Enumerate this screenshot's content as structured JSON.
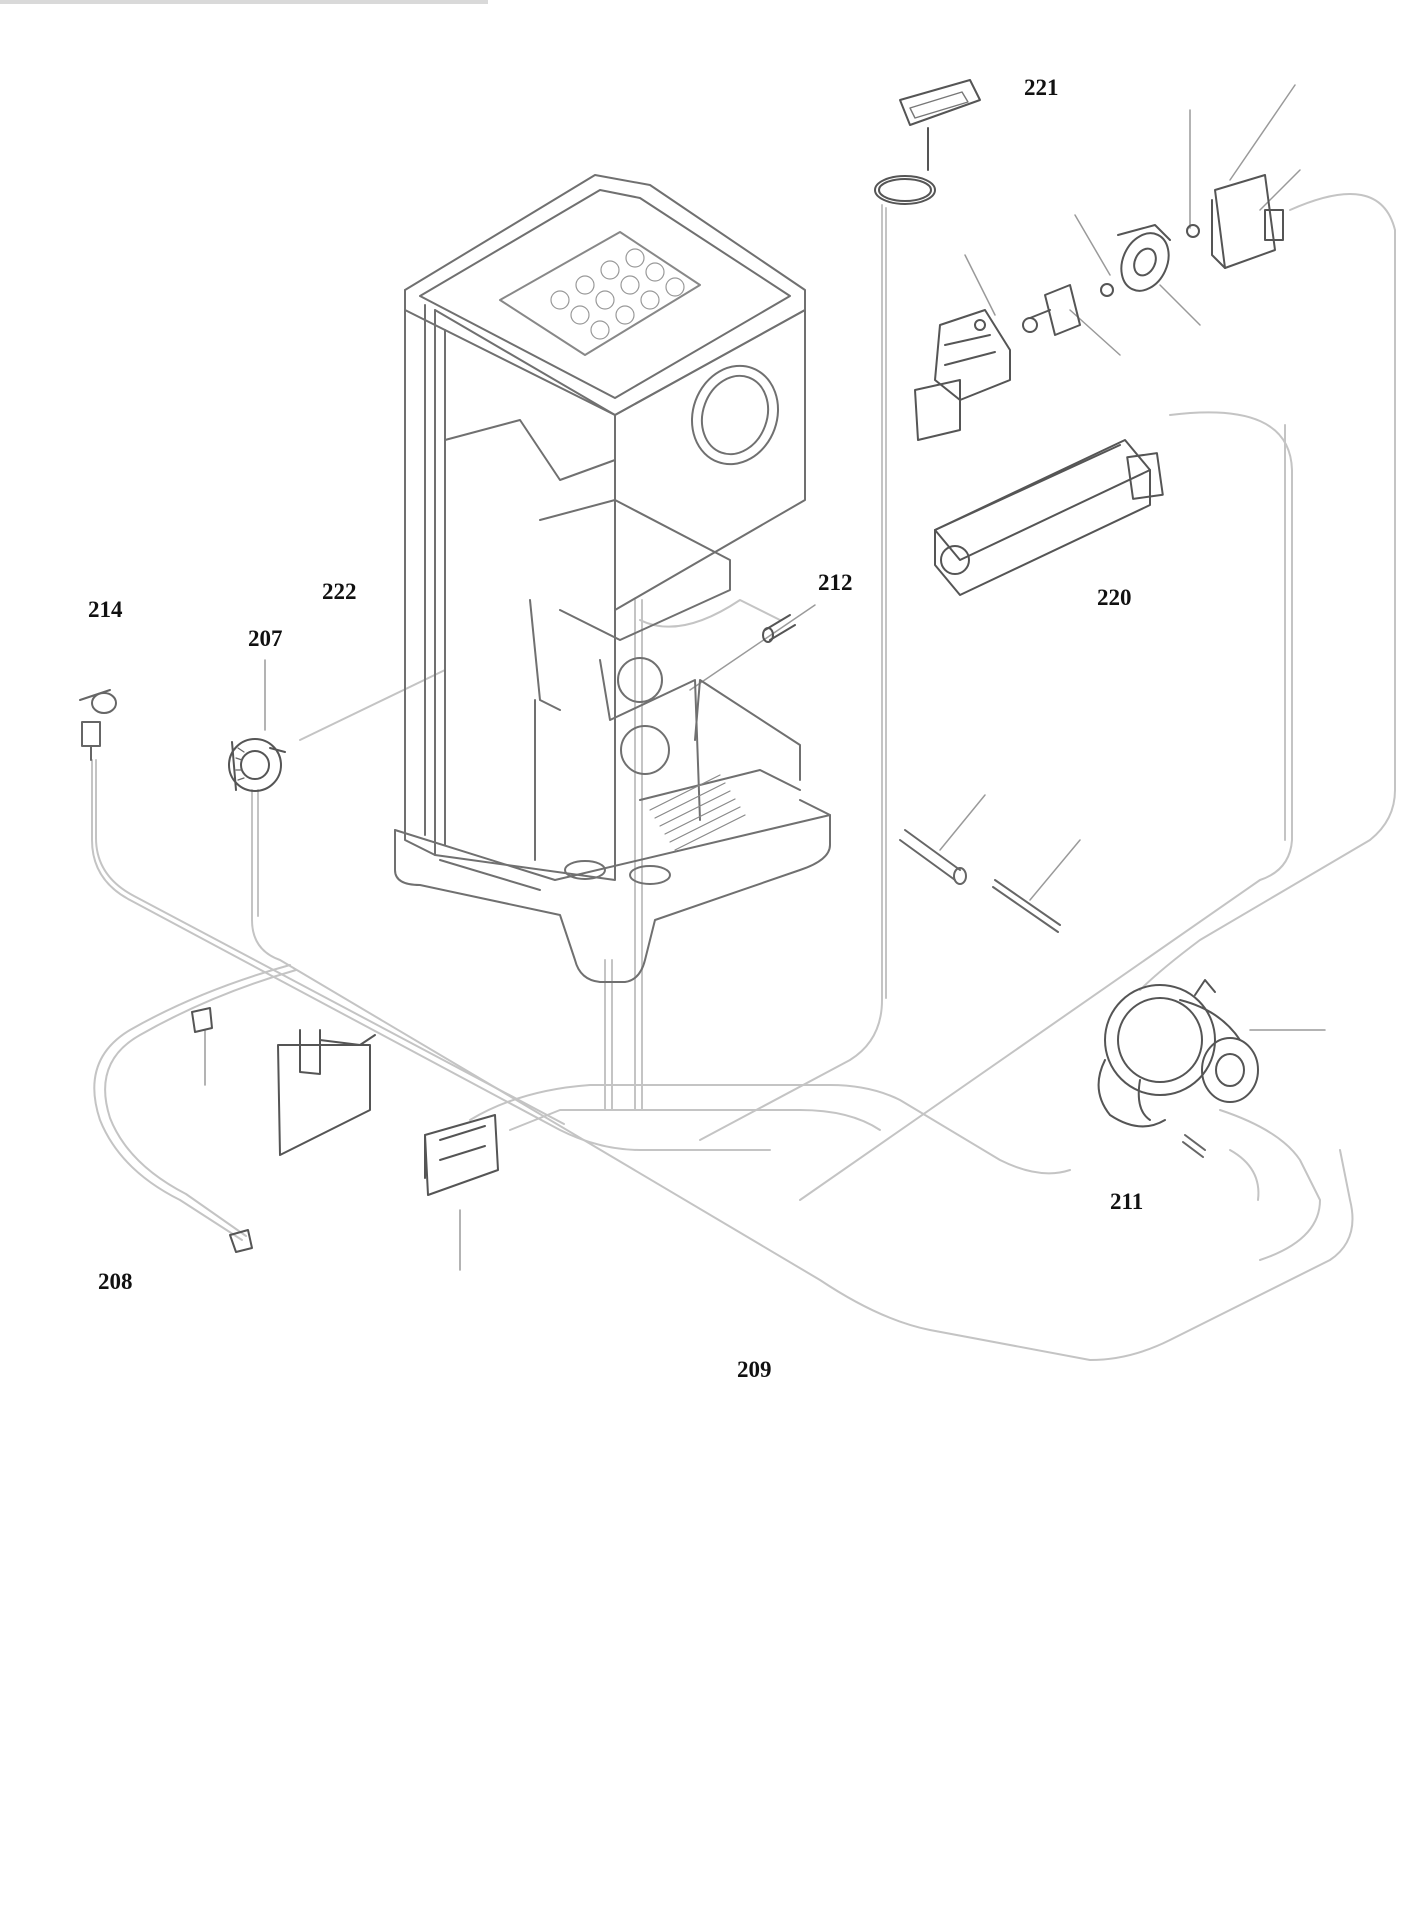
{
  "diagram": {
    "type": "exploded-parts-wiring",
    "line_color": "#bdbdbd",
    "part_color": "#6e6e6e",
    "labels": {
      "l207": "207",
      "l208": "208",
      "l209": "209",
      "l211": "211",
      "l212": "212",
      "l214": "214",
      "l220": "220",
      "l221": "221",
      "l222": "222"
    }
  }
}
